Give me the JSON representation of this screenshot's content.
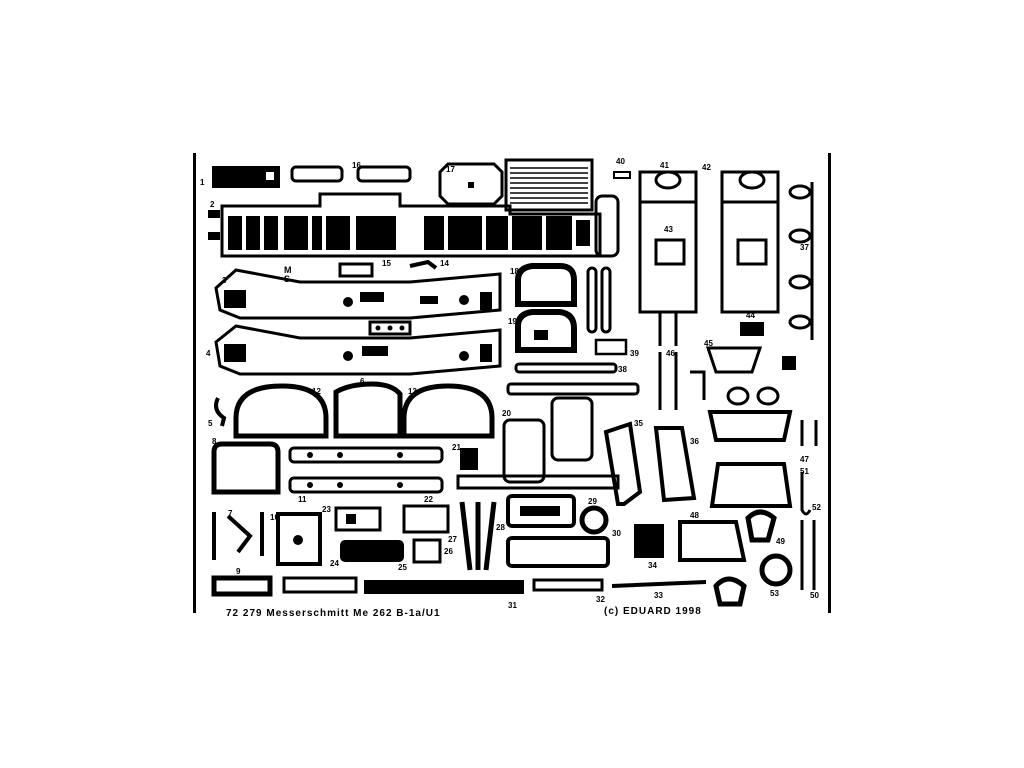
{
  "sheet": {
    "title_text": "72 279  Messerschmitt Me 262 B-1a/U1",
    "copyright_text": "(c) EDUARD 1998",
    "marks": [
      "M",
      "S"
    ],
    "colors": {
      "ink": "#000000",
      "paper": "#ffffff"
    }
  },
  "part_numbers": [
    "1",
    "2",
    "3",
    "4",
    "5",
    "6",
    "7",
    "8",
    "9",
    "10",
    "11",
    "12",
    "13",
    "14",
    "15",
    "16",
    "17",
    "18",
    "19",
    "20",
    "21",
    "22",
    "23",
    "24",
    "25",
    "26",
    "27",
    "28",
    "29",
    "30",
    "31",
    "32",
    "33",
    "34",
    "35",
    "36",
    "37",
    "38",
    "39",
    "40",
    "41",
    "42",
    "43",
    "44",
    "45",
    "46",
    "47",
    "48",
    "49",
    "50",
    "51",
    "52",
    "53"
  ]
}
